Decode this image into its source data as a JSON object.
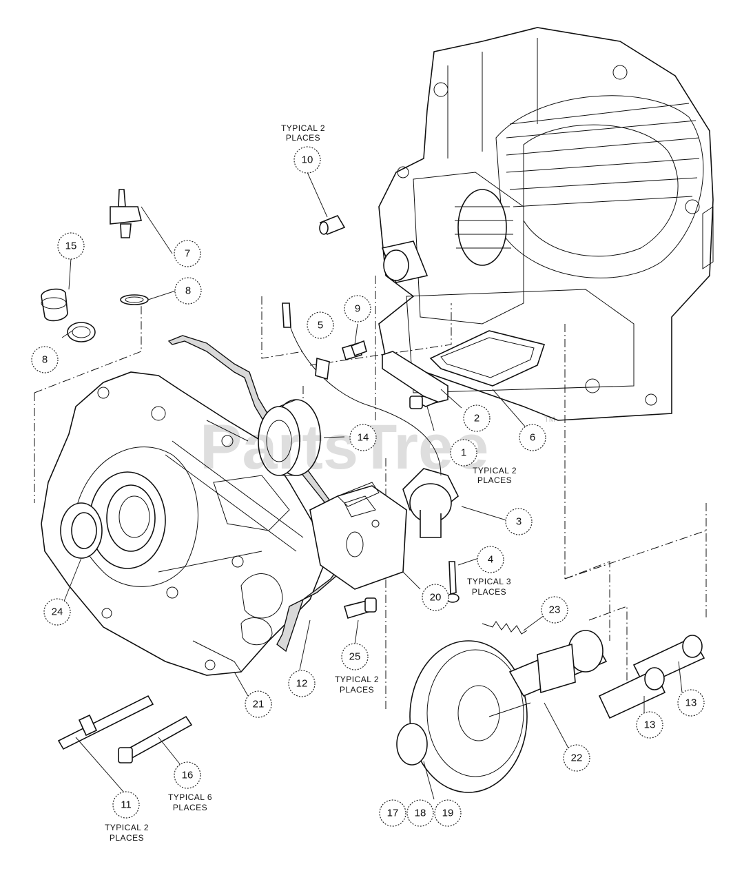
{
  "watermark": {
    "text": "PartsTree",
    "trademark": "TM"
  },
  "callouts": {
    "c1": "1",
    "c2": "2",
    "c3": "3",
    "c4": "4",
    "c5": "5",
    "c6": "6",
    "c7": "7",
    "c8a": "8",
    "c8b": "8",
    "c9": "9",
    "c10": "10",
    "c11": "11",
    "c12": "12",
    "c13a": "13",
    "c13b": "13",
    "c14": "14",
    "c15": "15",
    "c16": "16",
    "c17": "17",
    "c18": "18",
    "c19": "19",
    "c20": "20",
    "c21": "21",
    "c22": "22",
    "c23": "23",
    "c24": "24",
    "c25": "25"
  },
  "notes": {
    "n10_l1": "TYPICAL 2",
    "n10_l2": "PLACES",
    "n1_l1": "TYPICAL 2",
    "n1_l2": "PLACES",
    "n4_l1": "TYPICAL 3",
    "n4_l2": "PLACES",
    "n25_l1": "TYPICAL 2",
    "n25_l2": "PLACES",
    "n16_l1": "TYPICAL 6",
    "n16_l2": "PLACES",
    "n11_l1": "TYPICAL 2",
    "n11_l2": "PLACES"
  }
}
